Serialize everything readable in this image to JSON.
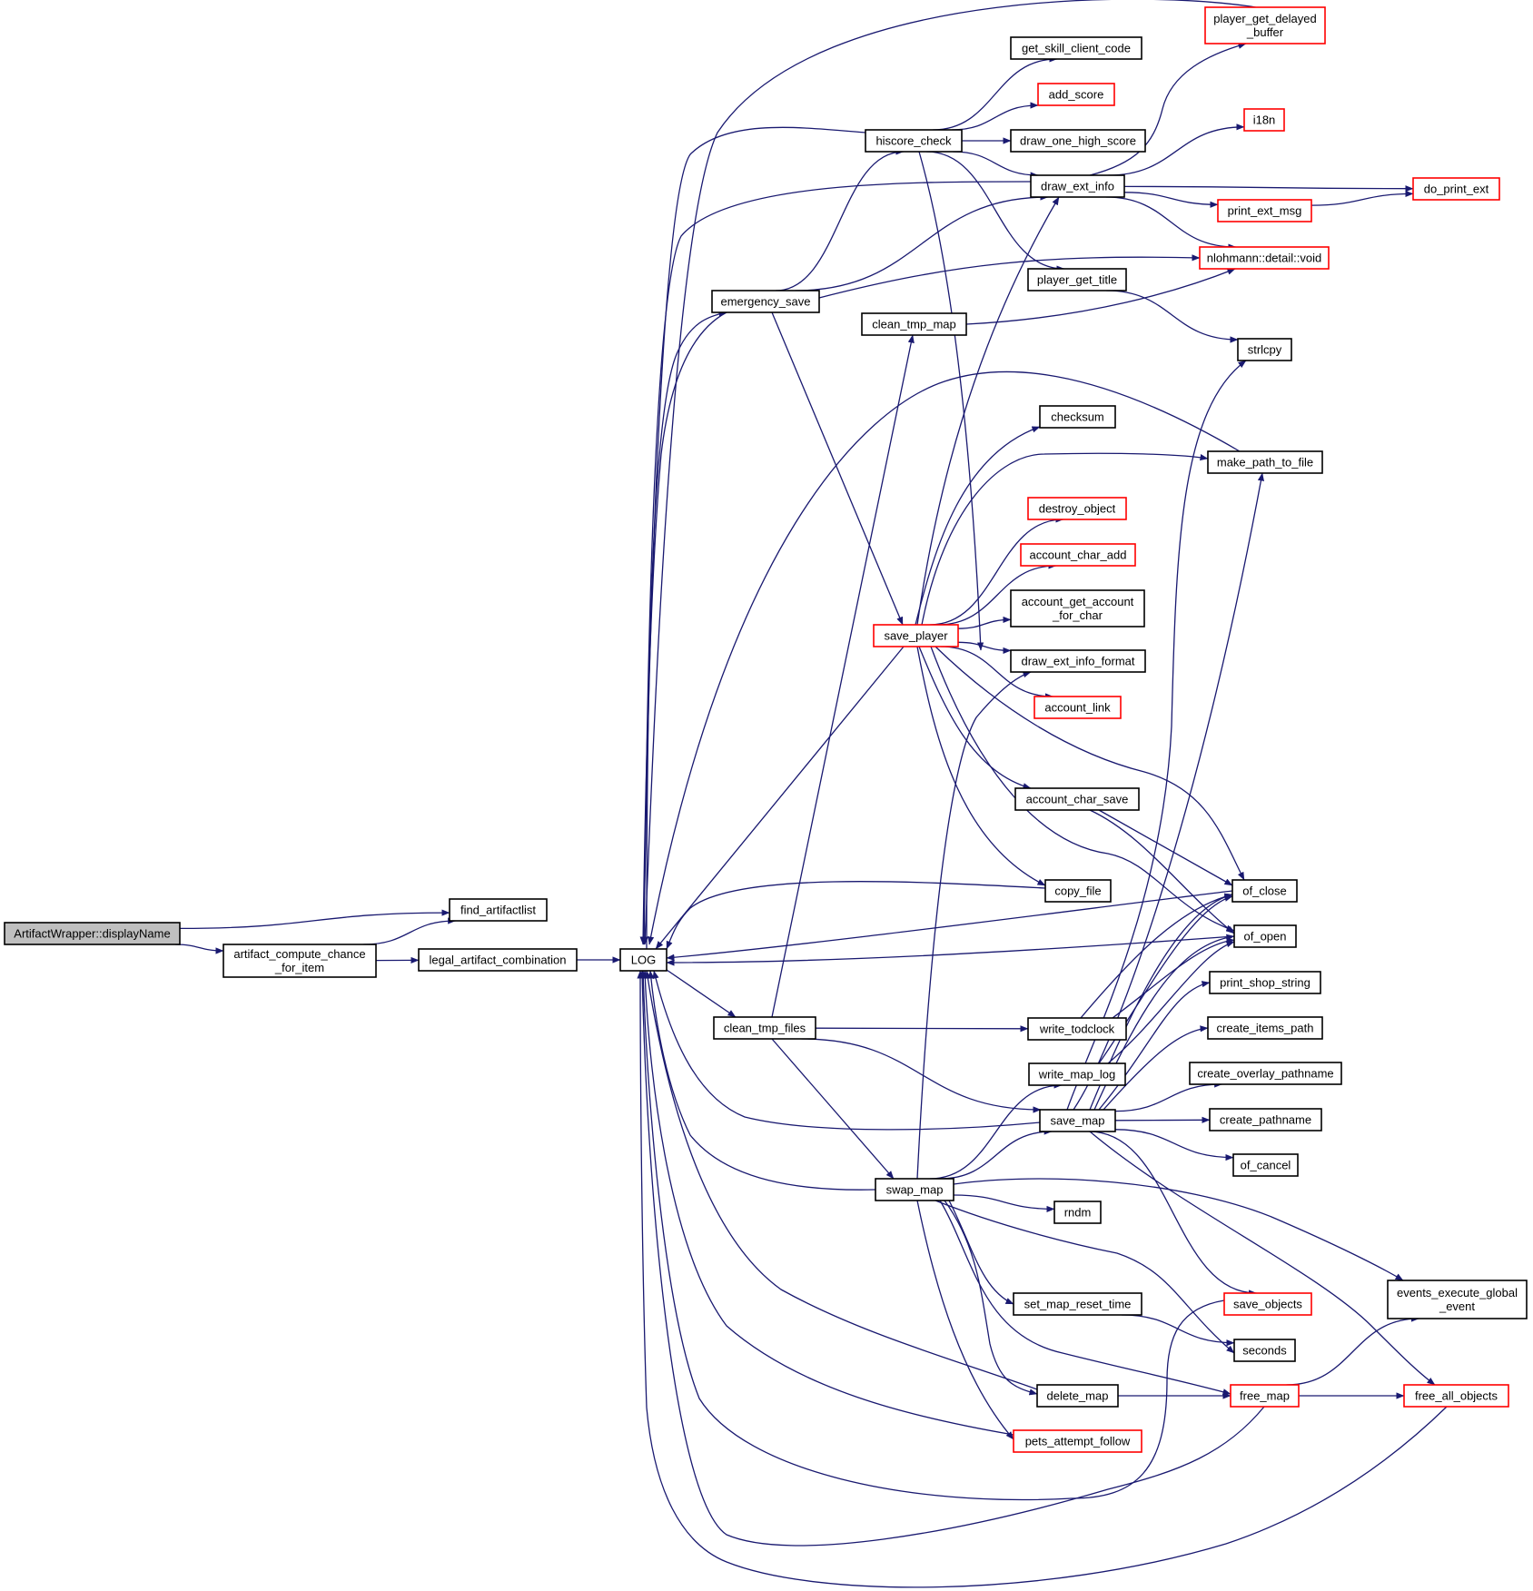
{
  "colors": {
    "edge": "#191970",
    "node_border": "#000000",
    "node_border_truncated": "#ff0000",
    "root_fill": "#bfbfbf",
    "node_fill": "#ffffff"
  },
  "nodes": [
    {
      "id": "displayName",
      "lines": [
        "ArtifactWrapper::displayName"
      ],
      "style": "root"
    },
    {
      "id": "find_artifactlist",
      "lines": [
        "find_artifactlist"
      ],
      "style": "normal"
    },
    {
      "id": "artifact_compute",
      "lines": [
        "artifact_compute_chance",
        "_for_item"
      ],
      "style": "normal"
    },
    {
      "id": "legal_artifact",
      "lines": [
        "legal_artifact_combination"
      ],
      "style": "normal"
    },
    {
      "id": "LOG",
      "lines": [
        "LOG"
      ],
      "style": "normal"
    },
    {
      "id": "hiscore_check",
      "lines": [
        "hiscore_check"
      ],
      "style": "normal"
    },
    {
      "id": "emergency_save",
      "lines": [
        "emergency_save"
      ],
      "style": "normal"
    },
    {
      "id": "clean_tmp_map",
      "lines": [
        "clean_tmp_map"
      ],
      "style": "normal"
    },
    {
      "id": "save_player",
      "lines": [
        "save_player"
      ],
      "style": "truncated"
    },
    {
      "id": "clean_tmp_files",
      "lines": [
        "clean_tmp_files"
      ],
      "style": "normal"
    },
    {
      "id": "swap_map",
      "lines": [
        "swap_map"
      ],
      "style": "normal"
    },
    {
      "id": "get_skill_client_code",
      "lines": [
        "get_skill_client_code"
      ],
      "style": "normal"
    },
    {
      "id": "add_score",
      "lines": [
        "add_score"
      ],
      "style": "truncated"
    },
    {
      "id": "draw_one_high_score",
      "lines": [
        "draw_one_high_score"
      ],
      "style": "normal"
    },
    {
      "id": "draw_ext_info",
      "lines": [
        "draw_ext_info"
      ],
      "style": "normal"
    },
    {
      "id": "player_get_title",
      "lines": [
        "player_get_title"
      ],
      "style": "normal"
    },
    {
      "id": "checksum",
      "lines": [
        "checksum"
      ],
      "style": "normal"
    },
    {
      "id": "destroy_object",
      "lines": [
        "destroy_object"
      ],
      "style": "truncated"
    },
    {
      "id": "account_char_add",
      "lines": [
        "account_char_add"
      ],
      "style": "truncated"
    },
    {
      "id": "account_get_account",
      "lines": [
        "account_get_account",
        "_for_char"
      ],
      "style": "normal"
    },
    {
      "id": "draw_ext_info_format",
      "lines": [
        "draw_ext_info_format"
      ],
      "style": "normal"
    },
    {
      "id": "account_link",
      "lines": [
        "account_link"
      ],
      "style": "truncated"
    },
    {
      "id": "account_char_save",
      "lines": [
        "account_char_save"
      ],
      "style": "normal"
    },
    {
      "id": "copy_file",
      "lines": [
        "copy_file"
      ],
      "style": "normal"
    },
    {
      "id": "write_todclock",
      "lines": [
        "write_todclock"
      ],
      "style": "normal"
    },
    {
      "id": "write_map_log",
      "lines": [
        "write_map_log"
      ],
      "style": "normal"
    },
    {
      "id": "save_map",
      "lines": [
        "save_map"
      ],
      "style": "normal"
    },
    {
      "id": "rndm",
      "lines": [
        "rndm"
      ],
      "style": "normal"
    },
    {
      "id": "set_map_reset_time",
      "lines": [
        "set_map_reset_time"
      ],
      "style": "normal"
    },
    {
      "id": "delete_map",
      "lines": [
        "delete_map"
      ],
      "style": "normal"
    },
    {
      "id": "pets_attempt_follow",
      "lines": [
        "pets_attempt_follow"
      ],
      "style": "truncated"
    },
    {
      "id": "player_get_delayed",
      "lines": [
        "player_get_delayed",
        "_buffer"
      ],
      "style": "truncated"
    },
    {
      "id": "i18n",
      "lines": [
        "i18n"
      ],
      "style": "truncated"
    },
    {
      "id": "print_ext_msg",
      "lines": [
        "print_ext_msg"
      ],
      "style": "truncated"
    },
    {
      "id": "nlohmann_void",
      "lines": [
        "nlohmann::detail::void"
      ],
      "style": "truncated"
    },
    {
      "id": "strlcpy",
      "lines": [
        "strlcpy"
      ],
      "style": "normal"
    },
    {
      "id": "make_path_to_file",
      "lines": [
        "make_path_to_file"
      ],
      "style": "normal"
    },
    {
      "id": "of_close",
      "lines": [
        "of_close"
      ],
      "style": "normal"
    },
    {
      "id": "of_open",
      "lines": [
        "of_open"
      ],
      "style": "normal"
    },
    {
      "id": "print_shop_string",
      "lines": [
        "print_shop_string"
      ],
      "style": "normal"
    },
    {
      "id": "create_items_path",
      "lines": [
        "create_items_path"
      ],
      "style": "normal"
    },
    {
      "id": "create_overlay_pathname",
      "lines": [
        "create_overlay_pathname"
      ],
      "style": "normal"
    },
    {
      "id": "create_pathname",
      "lines": [
        "create_pathname"
      ],
      "style": "normal"
    },
    {
      "id": "of_cancel",
      "lines": [
        "of_cancel"
      ],
      "style": "normal"
    },
    {
      "id": "save_objects",
      "lines": [
        "save_objects"
      ],
      "style": "truncated"
    },
    {
      "id": "seconds",
      "lines": [
        "seconds"
      ],
      "style": "normal"
    },
    {
      "id": "free_map",
      "lines": [
        "free_map"
      ],
      "style": "truncated"
    },
    {
      "id": "do_print_ext",
      "lines": [
        "do_print_ext"
      ],
      "style": "truncated"
    },
    {
      "id": "events_execute",
      "lines": [
        "events_execute_global",
        "_event"
      ],
      "style": "normal"
    },
    {
      "id": "free_all_objects",
      "lines": [
        "free_all_objects"
      ],
      "style": "truncated"
    }
  ],
  "edges": [
    [
      "displayName",
      "find_artifactlist"
    ],
    [
      "displayName",
      "artifact_compute"
    ],
    [
      "artifact_compute",
      "find_artifactlist"
    ],
    [
      "artifact_compute",
      "legal_artifact"
    ],
    [
      "legal_artifact",
      "LOG"
    ],
    [
      "LOG",
      "emergency_save"
    ],
    [
      "LOG",
      "clean_tmp_files"
    ],
    [
      "hiscore_check",
      "LOG"
    ],
    [
      "hiscore_check",
      "get_skill_client_code"
    ],
    [
      "hiscore_check",
      "add_score"
    ],
    [
      "hiscore_check",
      "draw_one_high_score"
    ],
    [
      "hiscore_check",
      "draw_ext_info"
    ],
    [
      "hiscore_check",
      "player_get_title"
    ],
    [
      "hiscore_check",
      "draw_ext_info_format"
    ],
    [
      "emergency_save",
      "LOG"
    ],
    [
      "emergency_save",
      "hiscore_check"
    ],
    [
      "emergency_save",
      "draw_ext_info"
    ],
    [
      "emergency_save",
      "nlohmann_void"
    ],
    [
      "emergency_save",
      "save_player"
    ],
    [
      "clean_tmp_map",
      "nlohmann_void"
    ],
    [
      "draw_ext_info",
      "LOG"
    ],
    [
      "draw_ext_info",
      "player_get_delayed"
    ],
    [
      "draw_ext_info",
      "i18n"
    ],
    [
      "draw_ext_info",
      "do_print_ext"
    ],
    [
      "draw_ext_info",
      "print_ext_msg"
    ],
    [
      "draw_ext_info",
      "nlohmann_void"
    ],
    [
      "print_ext_msg",
      "do_print_ext"
    ],
    [
      "player_get_title",
      "strlcpy"
    ],
    [
      "player_get_delayed",
      "LOG"
    ],
    [
      "save_player",
      "LOG"
    ],
    [
      "save_player",
      "draw_ext_info"
    ],
    [
      "save_player",
      "checksum"
    ],
    [
      "save_player",
      "make_path_to_file"
    ],
    [
      "save_player",
      "destroy_object"
    ],
    [
      "save_player",
      "account_char_add"
    ],
    [
      "save_player",
      "account_get_account"
    ],
    [
      "save_player",
      "draw_ext_info_format"
    ],
    [
      "save_player",
      "account_link"
    ],
    [
      "save_player",
      "account_char_save"
    ],
    [
      "save_player",
      "of_close"
    ],
    [
      "save_player",
      "of_open"
    ],
    [
      "save_player",
      "copy_file"
    ],
    [
      "make_path_to_file",
      "LOG"
    ],
    [
      "account_char_save",
      "of_close"
    ],
    [
      "account_char_save",
      "of_open"
    ],
    [
      "copy_file",
      "LOG"
    ],
    [
      "of_close",
      "LOG"
    ],
    [
      "of_open",
      "LOG"
    ],
    [
      "clean_tmp_files",
      "clean_tmp_map"
    ],
    [
      "clean_tmp_files",
      "write_todclock"
    ],
    [
      "clean_tmp_files",
      "save_map"
    ],
    [
      "clean_tmp_files",
      "swap_map"
    ],
    [
      "write_todclock",
      "of_close"
    ],
    [
      "write_todclock",
      "of_open"
    ],
    [
      "write_map_log",
      "of_close"
    ],
    [
      "write_map_log",
      "of_open"
    ],
    [
      "save_map",
      "LOG"
    ],
    [
      "save_map",
      "strlcpy"
    ],
    [
      "save_map",
      "make_path_to_file"
    ],
    [
      "save_map",
      "of_close"
    ],
    [
      "save_map",
      "of_open"
    ],
    [
      "save_map",
      "print_shop_string"
    ],
    [
      "save_map",
      "create_items_path"
    ],
    [
      "save_map",
      "create_overlay_pathname"
    ],
    [
      "save_map",
      "create_pathname"
    ],
    [
      "save_map",
      "of_cancel"
    ],
    [
      "save_map",
      "save_objects"
    ],
    [
      "save_map",
      "free_all_objects"
    ],
    [
      "swap_map",
      "LOG"
    ],
    [
      "swap_map",
      "draw_ext_info_format"
    ],
    [
      "swap_map",
      "write_map_log"
    ],
    [
      "swap_map",
      "save_map"
    ],
    [
      "swap_map",
      "events_execute"
    ],
    [
      "swap_map",
      "rndm"
    ],
    [
      "swap_map",
      "seconds"
    ],
    [
      "swap_map",
      "set_map_reset_time"
    ],
    [
      "swap_map",
      "free_map"
    ],
    [
      "swap_map",
      "delete_map"
    ],
    [
      "swap_map",
      "pets_attempt_follow"
    ],
    [
      "set_map_reset_time",
      "seconds"
    ],
    [
      "delete_map",
      "LOG"
    ],
    [
      "delete_map",
      "free_map"
    ],
    [
      "pets_attempt_follow",
      "LOG"
    ],
    [
      "save_objects",
      "LOG"
    ],
    [
      "free_map",
      "LOG"
    ],
    [
      "free_map",
      "events_execute"
    ],
    [
      "free_map",
      "free_all_objects"
    ],
    [
      "free_all_objects",
      "LOG"
    ]
  ]
}
